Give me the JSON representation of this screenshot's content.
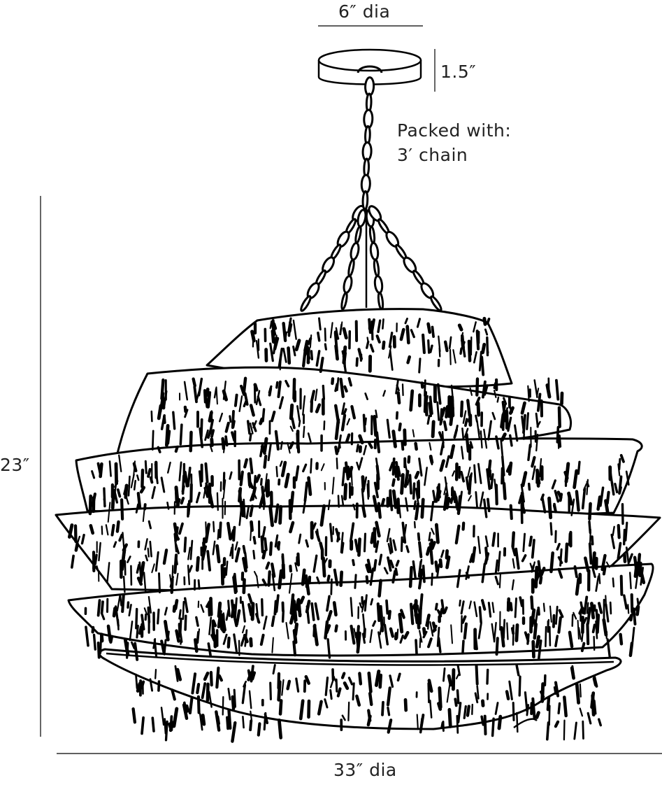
{
  "dimensions": {
    "canopy_diameter": "6″ dia",
    "canopy_height": "1.5″",
    "overall_height": "23″",
    "overall_diameter": "33″ dia"
  },
  "note": {
    "line1": "Packed with:",
    "line2": "3′ chain"
  },
  "colors": {
    "line": "#000000",
    "text": "#222222",
    "background": "#ffffff"
  }
}
